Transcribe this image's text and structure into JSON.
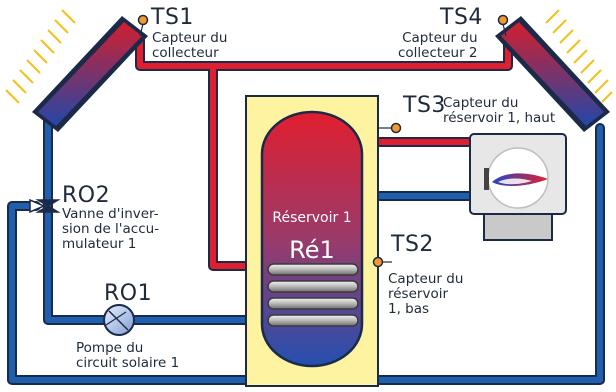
{
  "sensors": {
    "ts1": {
      "id": "TS1",
      "desc": "Capteur du\ncollecteur"
    },
    "ts4": {
      "id": "TS4",
      "desc": "Capteur du\ncollecteur 2"
    },
    "ts3": {
      "id": "TS3",
      "desc": "Capteur du\nréservoir 1, haut"
    },
    "ts2": {
      "id": "TS2",
      "desc": "Capteur du\nréservoir\n1, bas"
    }
  },
  "valve": {
    "id": "RO2",
    "desc": "Vanne d'inver-\nsion de l'accu-\nmulateur 1"
  },
  "pump": {
    "id": "RO1",
    "desc": "Pompe du\ncircuit solaire 1"
  },
  "tank": {
    "name": "Réservoir  1",
    "short": "Ré1"
  },
  "colors": {
    "pipe_hot": "#e0202e",
    "pipe_cold": "#1f5fb0",
    "tank_panel": "#fdf3a0",
    "collector_top": "#d11f2e",
    "collector_bottom": "#2347a8"
  }
}
